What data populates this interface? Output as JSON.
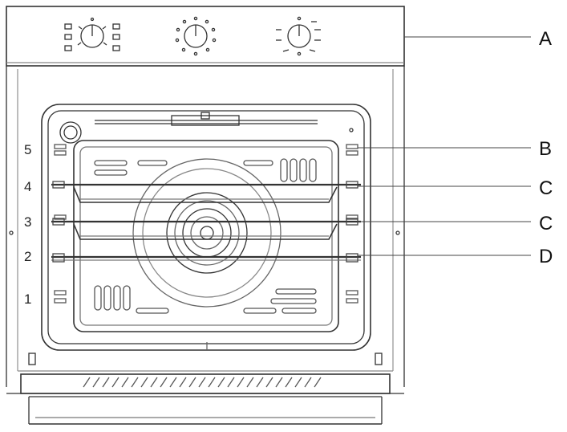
{
  "callouts": {
    "control_panel": "A",
    "top_rail": "B",
    "tray_upper": "C",
    "tray_lower": "C",
    "wire_rack": "D"
  },
  "shelf_levels": [
    "5",
    "4",
    "3",
    "2",
    "1"
  ]
}
